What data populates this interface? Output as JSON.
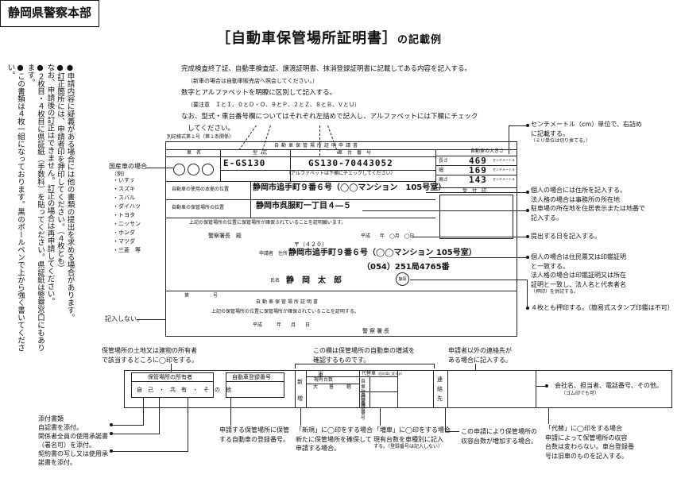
{
  "header": {
    "title_main": "［自動車保管場所証明書］",
    "title_suffix": "の記載例",
    "issuer": "静岡県警察本部"
  },
  "left_notes": [
    "●申請内容に疑義がある場合には他の書類の提出を求める場合があります。",
    "●訂正箇所には、申請者印を押印してください。（４枚とも）",
    "なお、申請後の訂正はできません。訂正の場合は再申請してください。",
    "●２枚目・４枚目に県証紙（手数料）を貼ってください。県証紙は警察窓口にもあります。",
    "●この書類は４枚一組になっております。黒のボールペンで上から強く書いてください。"
  ],
  "instructions": [
    "完成検査終了証、自動車検査証、譲渡証明書、抹消登録証明書に記載してある内容を記入する。",
    "（新車の場合は自動車販売店へ照会してください。）",
    "数字とアルファベットを明瞭に区別して記入する。",
    "（要注意　ＩとＩ、０とＤ・Ｏ、９とＰ、２とＺ、８とＢ、ＶとＵ）",
    "なお、型式・車台番号欄についてはそれぞれ左詰めで記入し、アルファベットには下欄にチェック",
    "してください。"
  ],
  "form": {
    "form_number": "別記様式第１号（第１条関係）",
    "header_label": "自動車保管場所証明申請書",
    "col_name": "車　名",
    "col_model": "型　式",
    "col_chassis": "車　台　番　号",
    "col_size": "自動車の大きさ",
    "size_rows": [
      {
        "label": "長さ",
        "value": "469",
        "unit": "センチメートル"
      },
      {
        "label": "幅",
        "value": "169",
        "unit": "センチメートル"
      },
      {
        "label": "高さ",
        "value": "143",
        "unit": "センチメートル"
      }
    ],
    "model_value": "E-GS130",
    "chassis_value": "GS130-70443052",
    "alpha_note": "（アルファベットは下欄にチェックしてください）",
    "receipt_label": "受　付　印",
    "base_label": "自動車の使用の本拠の位置",
    "base_value": "静岡市追手町９番６号（◯◯マンション　105号室）",
    "storage_label": "自動車の保管場所の位置",
    "storage_value": "静岡市呉服町一丁目４―５",
    "certify_text": "上記の保管場所の位置に保管場所が確保されていることを証明願います。",
    "police_chief": "警察署長　殿",
    "date_label": "平成　　年　◯月　◯日",
    "postal": "〒（４２０）",
    "applicant_label": "申請者　住所",
    "applicant_address": "静岡市追手町９番６号（◯◯マンション 105号室）",
    "phone": "（054）251局4765番",
    "name_label": "氏名",
    "name_value": "静　岡　太　郎",
    "seal": "静岡",
    "num_label": "第　　　　　号",
    "cert_title": "自動車保管場所証明書",
    "cert_text": "上記の保管場所の位置に保管場所が確保されていることを証明する。",
    "cert_date": "平成　　　年　　月　　日",
    "cert_issuer": "警察署長"
  },
  "callouts": {
    "foreign_car": "国産車の場合",
    "makers_label": "（例）",
    "makers": [
      "・いすゞ",
      "・スズキ",
      "・スバル",
      "・ダイハツ",
      "・トヨタ",
      "・ニッサン",
      "・ホンダ",
      "・マツダ",
      "・三菱　等"
    ],
    "size_note": [
      "センチメートル（cm）単位で、右詰め",
      "に記載する。",
      "（ミリ単位は切り捨てる。）"
    ],
    "base_note": [
      "個人の場合には住所を記入する。",
      "法人格の場合は事務所の所在地"
    ],
    "storage_note": [
      "駐車場の所在地を住居表示または地番で",
      "記入する。"
    ],
    "date_note": "提出する日を記入する。",
    "applicant_note": [
      "個人の場合は住民票又は印鑑証明",
      "と一致する。",
      "法人格の場合は印鑑証明又は所在",
      "証明と一致し、法人名と代表者名",
      "（押印）を併記する。"
    ],
    "seal_note": "４枚とも押印する。（簡易式スタンプ印鑑は不可）",
    "no_entry": "記入しない。",
    "owner_note": [
      "保管場所の土地又は建物の所有者",
      "で該当するところに◯印をする。"
    ],
    "increase_note": [
      "この欄は保管場所の自動車の増減を",
      "確認するものです。"
    ],
    "contact_note": [
      "申請者以外の連絡先が",
      "ある場合に記入する。"
    ],
    "contact_items": [
      "会社名、担当者、電話番号、その他。",
      "（ゴム印でも可）"
    ],
    "attach_note": [
      "添付書類",
      "自認書を添付。",
      "関係者全員の使用承諾書",
      "（署名可）を添付。",
      "契約書の写し又は使用承",
      "諾書を添付。"
    ],
    "reg_note": [
      "申請する保管場所に保管",
      "する自動車の登録番号。"
    ],
    "new_note": [
      "「新規」に◯印をする場合",
      "新たに保管場所を確保して",
      "申請する場合。"
    ],
    "inc_note": [
      "「増車」に◯印をする場合",
      "現有台数を車種別に記入",
      "する。（登録番号は記入しない）"
    ],
    "count_note": [
      "この申請により保管場所の",
      "収容台数が増加する場合。"
    ],
    "replace_note": [
      "「代替」に◯印をする場合",
      "申請によって保管場所の収容",
      "台数は変わらない。車台登録番",
      "号は旧車のものを記入する。"
    ]
  },
  "bottom_form": {
    "owner_title": "保管場所の所有者",
    "owner_options": "自　己　・　共　有　・　そ　の　他",
    "reg_title": "自動車登録番号",
    "new_label": "新",
    "inc_label": "増",
    "replace_label": "代替車",
    "replace_sub": "（旧の車に変える）",
    "current_label": "現有台数",
    "big": "大",
    "normal": "普",
    "light": "軽",
    "reg_no": "自車登録番号",
    "reg_no2": "自登録番号",
    "contact_label": "連絡先",
    "kind_label": "車"
  }
}
